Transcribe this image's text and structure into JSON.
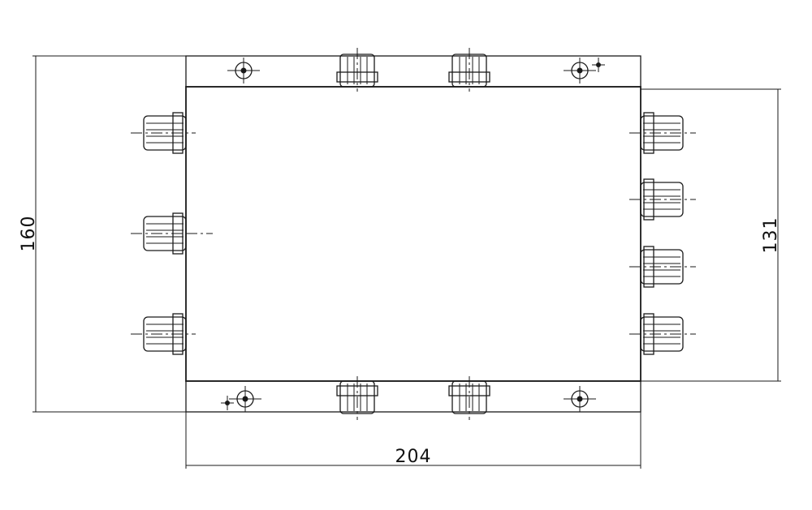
{
  "dimensions": {
    "overall_height": "160",
    "side_height": "131",
    "width": "204"
  }
}
